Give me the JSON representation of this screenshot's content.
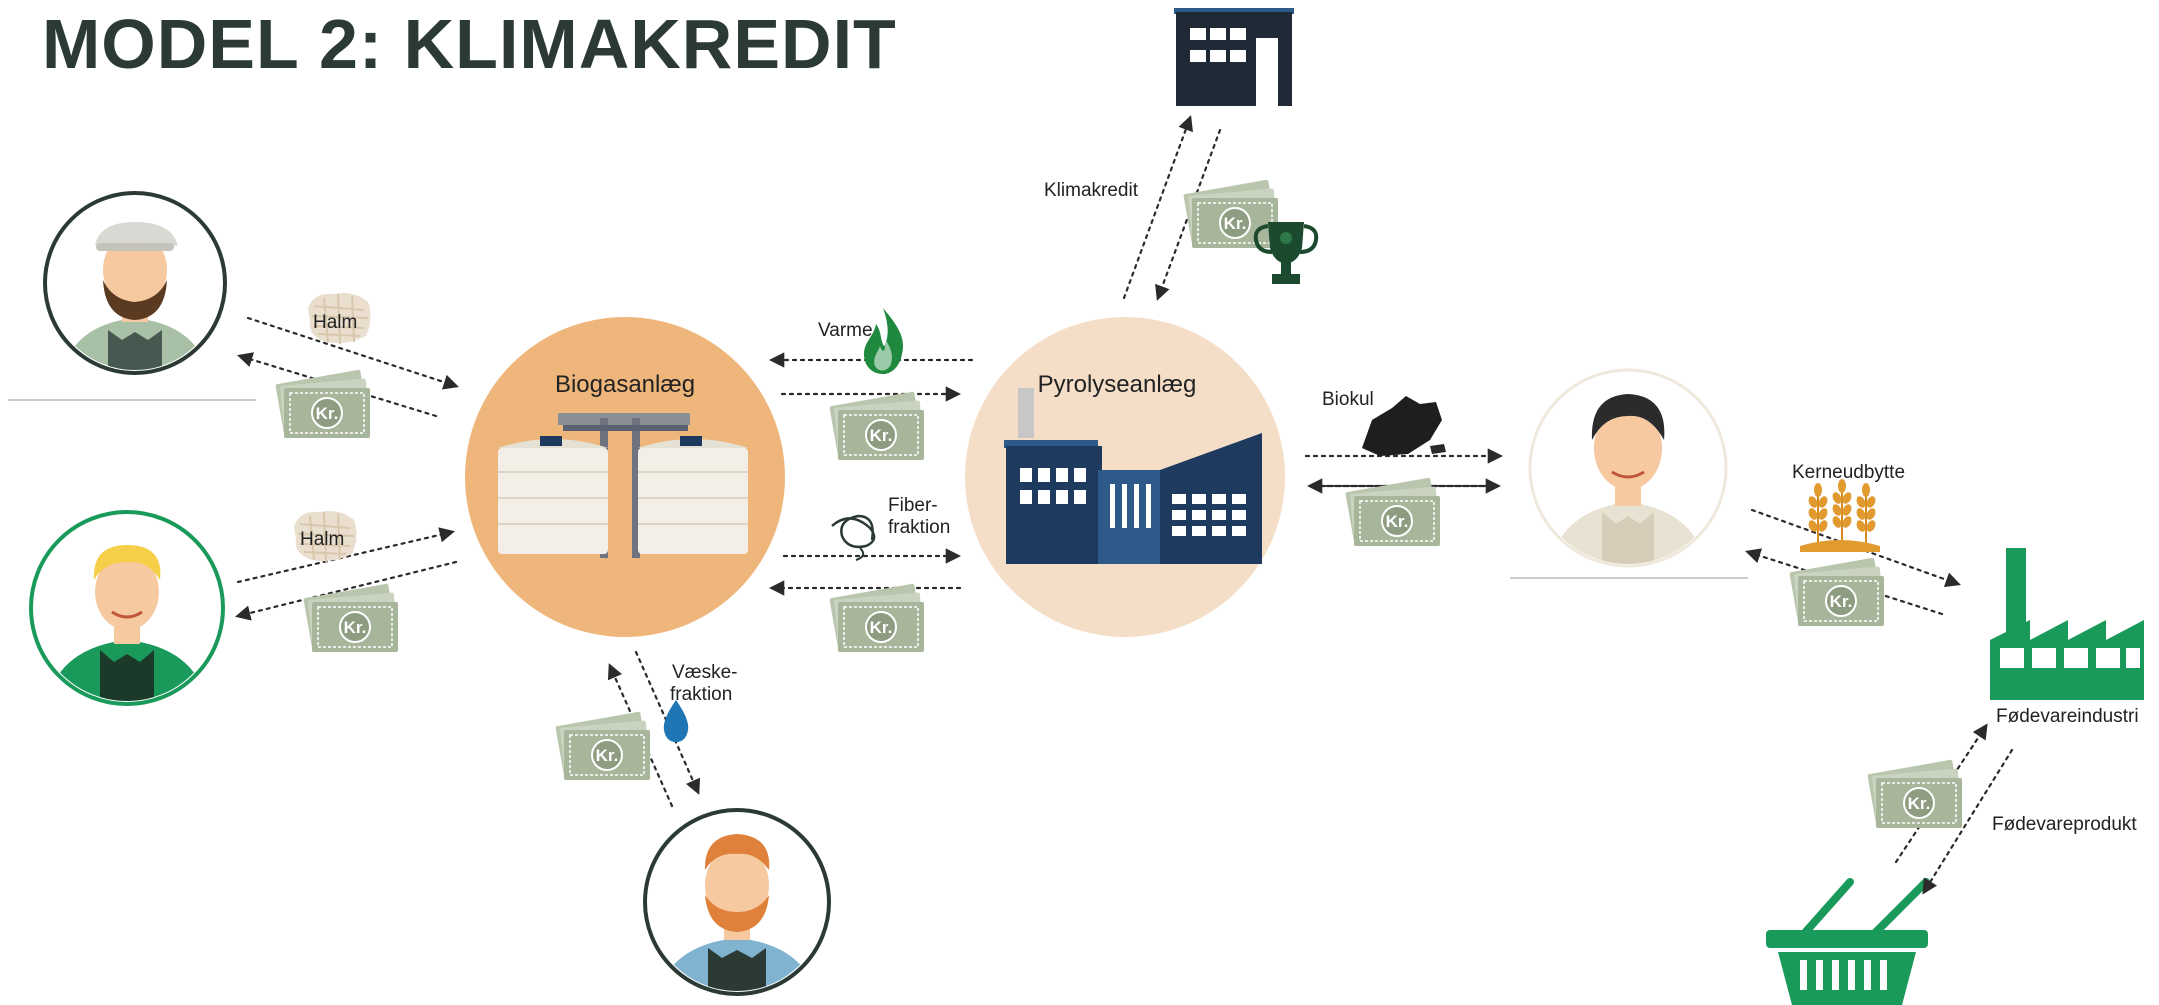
{
  "title": "MODEL 2: KLIMAKREDIT",
  "nodes": {
    "biogas": "Biogasanlæg",
    "pyrolyse": "Pyrolyseanlæg",
    "food_industry": "Fødevareindustri"
  },
  "flows": {
    "halm_top": "Halm",
    "halm_bottom": "Halm",
    "varme": "Varme",
    "fiber_line1": "Fiber-",
    "fiber_line2": "fraktion",
    "vaeske_line1": "Væske-",
    "vaeske_line2": "fraktion",
    "klimakredit": "Klimakredit",
    "biokul": "Biokul",
    "kerneudbytte": "Kerneudbytte",
    "foedevareprodukt": "Fødevareprodukt"
  },
  "money_label": "Kr.",
  "colors": {
    "title": "#2b3a35",
    "biogas_circle": "#efb67c",
    "pyrolyse_circle": "#f5dec8",
    "navy": "#1e3a5f",
    "green": "#1a9a5a",
    "money": "#a7b59a",
    "flame": "#1f8a3e",
    "grain": "#e09a2e"
  }
}
